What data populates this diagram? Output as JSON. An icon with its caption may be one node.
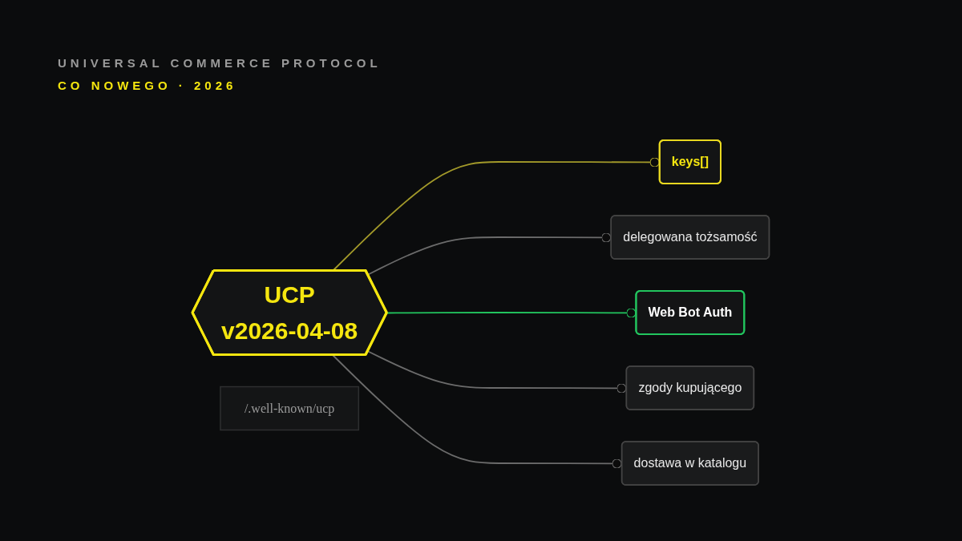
{
  "diagram": {
    "title": "UNIVERSAL COMMERCE PROTOCOL",
    "nodes": [
      {
        "text": [
          "UCP",
          "v2026-04-08"
        ]
      },
      {
        "text": [
          "keys[]"
        ]
      },
      {
        "text": [
          "delegowana tożsamość"
        ]
      },
      {
        "text": [
          "Web Bot Auth"
        ]
      },
      {
        "text": [
          "zgody kupującego"
        ]
      },
      {
        "text": [
          "dostawa w katalogu"
        ]
      },
      {
        "text": [
          "/.well-known/ucp"
        ]
      }
    ],
    "edges": [
      {
        "from": 0,
        "to": 1,
        "arrow": "other",
        "color": "#a39a2a"
      },
      {
        "from": 0,
        "to": 2,
        "arrow": "other"
      },
      {
        "from": 0,
        "to": 3,
        "arrow": "other",
        "color": "#22c55e"
      },
      {
        "from": 0,
        "to": 4,
        "arrow": "other"
      },
      {
        "from": 0,
        "to": 5,
        "arrow": "other"
      }
    ],
    "labels": [
      "CO NOWEGO · 2026"
    ]
  }
}
